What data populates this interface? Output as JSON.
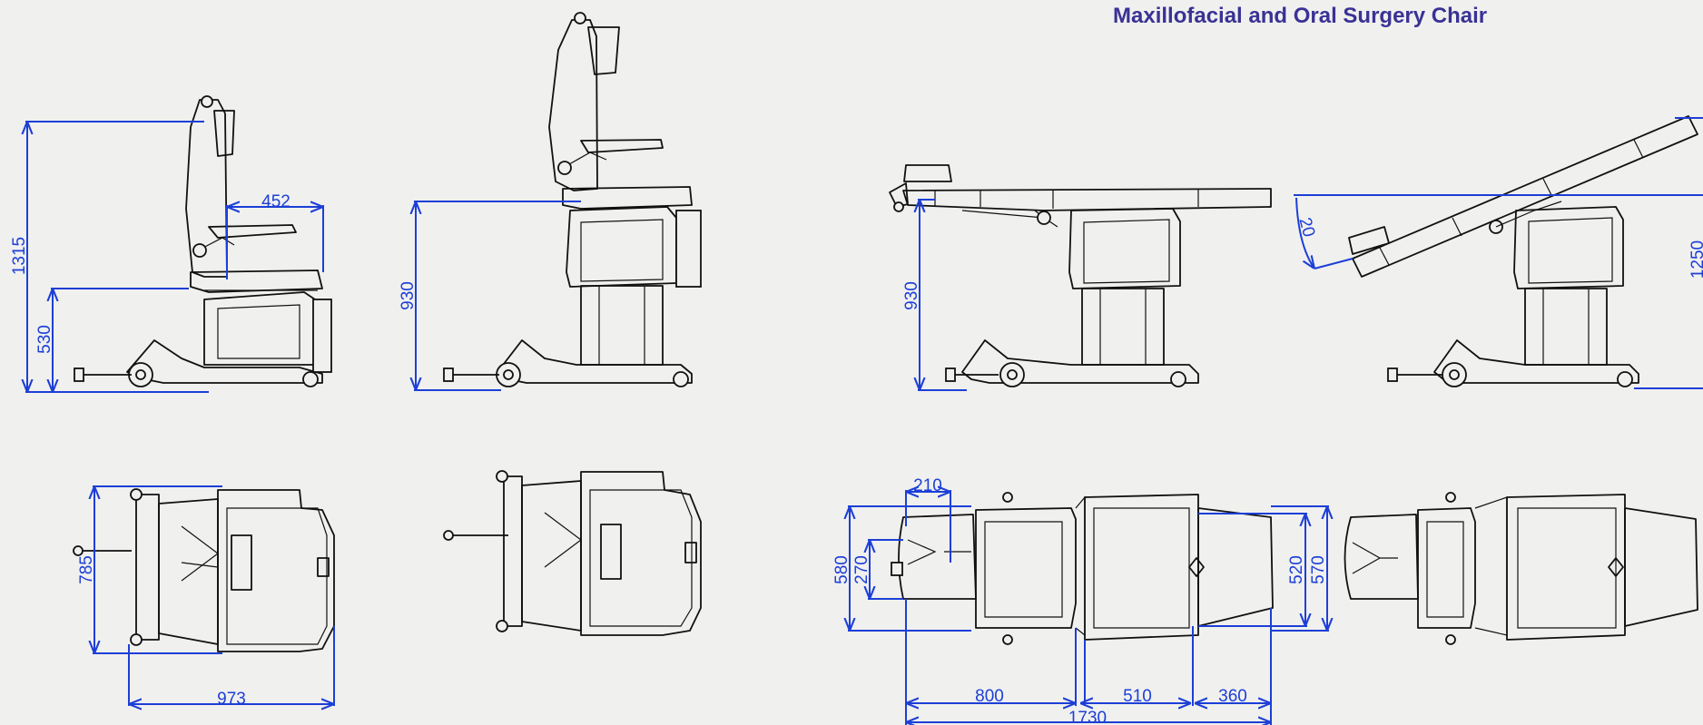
{
  "title": "Maxillofacial and Oral Surgery Chair",
  "colors": {
    "title": "#3a3294",
    "dimension": "#1d3fd6",
    "drawing": "#111111",
    "background": "#f0f0ef"
  },
  "views": {
    "side_upright_dims": {
      "height_total": "1315",
      "seat_height": "530",
      "armrest_width": "452"
    },
    "side_raised_dims": {
      "seat_height": "930"
    },
    "side_flat_dims": {
      "seat_height": "930"
    },
    "side_tilted_dims": {
      "tilt_angle": "20",
      "height": "1250"
    },
    "top_upright_dims": {
      "width": "785",
      "length": "973"
    },
    "top_flat_dims": {
      "headrest_length": "210",
      "headrest_width_outer": "580",
      "headrest_width_inner": "270",
      "seat_width": "520",
      "overall_width": "570",
      "seg_back": "800",
      "seg_seat": "510",
      "seg_leg": "360",
      "overall_length": "1730"
    }
  }
}
